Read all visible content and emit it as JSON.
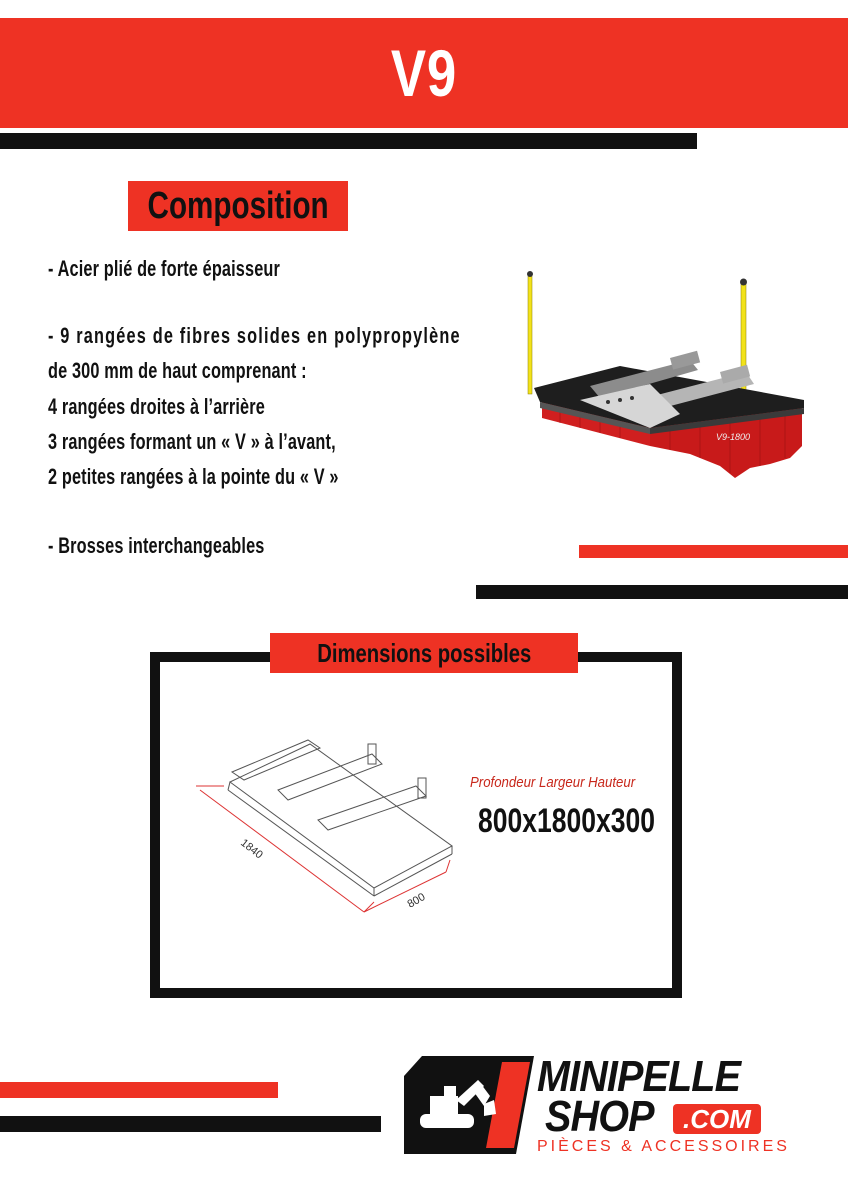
{
  "header": {
    "title": "V9"
  },
  "composition": {
    "label": "Composition",
    "lines": [
      "-  Acier plié de forte épaisseur",
      "- 9 rangées de fibres solides en polypropylène",
      "de 300 mm de haut comprenant :",
      " 4 rangées droites à l’arrière",
      " 3 rangées formant un « V » à l’avant,",
      " 2 petites rangées à la pointe du « V »",
      "- Brosses interchangeables"
    ]
  },
  "product_photo": {
    "model_tag": "V9-1800"
  },
  "dimensions": {
    "label": "Dimensions possibles",
    "headers": "Profondeur Largeur Hauteur",
    "value": "800x1800x300",
    "drawing": {
      "length_label": "1840",
      "width_label": "800"
    }
  },
  "logo": {
    "line1": "MINIPELLE",
    "line2": "SHOP",
    "suffix": ".COM",
    "tagline": "PIÈCES & ACCESSOIRES"
  },
  "colors": {
    "accent": "#ee3224",
    "dark": "#111111",
    "bristles": "#d01f1f",
    "poles": "#f2e21a"
  }
}
